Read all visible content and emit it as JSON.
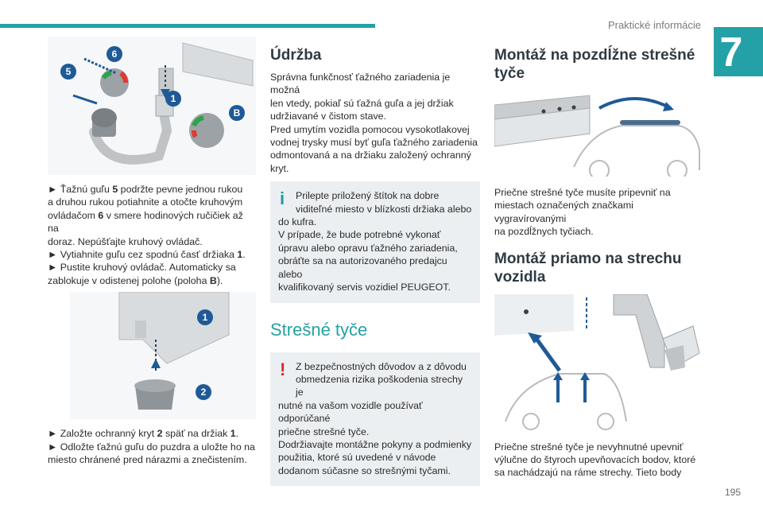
{
  "header": {
    "section": "Praktické informácie",
    "chapter": "7",
    "page": "195"
  },
  "colors": {
    "accent": "#24a1a6",
    "heading": "#2f3a42",
    "warning": "#e32424",
    "box_bg": "#eceff1"
  },
  "col1": {
    "fig1_labels": {
      "l5": "5",
      "l6": "6",
      "l1": "1",
      "lB": "B"
    },
    "step1_a": "► Ťažnú guľu ",
    "step1_num": "5",
    "step1_b": " podržte pevne jednou rukou",
    "step1_c": "a druhou rukou potiahnite a otočte kruhovým",
    "step1_d": "ovládačom ",
    "step1_num2": "6",
    "step1_e": " v smere hodinových ručičiek až na",
    "step1_f": "doraz. Nepúšťajte kruhový ovládač.",
    "step2_a": "► Vytiahnite guľu cez spodnú časť držiaka ",
    "step2_num": "1",
    "step3_a": "► Pustite kruhový ovládač. Automaticky sa",
    "step3_b": "zablokuje v odistenej polohe (poloha ",
    "step3_num": "B",
    "step3_end": ").",
    "fig2_labels": {
      "l1": "1",
      "l2": "2"
    },
    "step4_a": "► Založte ochranný kryt ",
    "step4_num": "2",
    "step4_b": " späť na držiak ",
    "step4_num2": "1",
    "step4_end": ".",
    "step5_a": "► Odložte ťažnú guľu do puzdra a uložte ho na",
    "step5_b": "miesto chránené pred nárazmi a znečistením."
  },
  "col2": {
    "title": "Údržba",
    "p1": [
      "Správna funkčnosť ťažného zariadenia je možná",
      "len vtedy, pokiaľ sú ťažná guľa a jej držiak",
      "udržiavané v čistom stave.",
      "Pred umytím vozidla pomocou vysokotlakovej",
      "vodnej trysky musí byť guľa ťažného zariadenia",
      "odmontovaná a na držiaku založený ochranný",
      "kryt."
    ],
    "info_mark": "i",
    "info_lines": [
      "Prilepte priložený štítok na dobre",
      "viditeľné miesto v blízkosti držiaka alebo"
    ],
    "info_lines_full": [
      "do kufra.",
      "V prípade, že bude potrebné vykonať",
      "úpravu alebo opravu ťažného zariadenia,",
      "obráťte sa na autorizovaného predajcu alebo",
      "kvalifikovaný servis vozidiel PEUGEOT."
    ],
    "section2_title": "Strešné tyče",
    "warn_mark": "!",
    "warn_lines": [
      "Z bezpečnostných dôvodov a z dôvodu",
      "obmedzenia rizika poškodenia strechy je"
    ],
    "warn_lines_full": [
      "nutné na vašom vozidle používať odporúčané",
      "priečne strešné tyče.",
      "Dodržiavajte montážne pokyny a podmienky",
      "použitia, ktoré sú uvedené v návode",
      "dodanom súčasne so strešnými tyčami."
    ]
  },
  "col3": {
    "title1_a": "Montáž na pozdĺžne strešné",
    "title1_b": "tyče",
    "p1": [
      "Priečne strešné tyče musíte pripevniť na",
      "miestach označených značkami vygravírovanými",
      "na pozdĺžnych tyčiach."
    ],
    "title2_a": "Montáž priamo na strechu",
    "title2_b": "vozidla",
    "p2": [
      "Priečne strešné tyče je nevyhnutné upevniť",
      "výlučne do štyroch upevňovacích bodov, ktoré",
      "sa nachádzajú na ráme strechy. Tieto body"
    ]
  }
}
